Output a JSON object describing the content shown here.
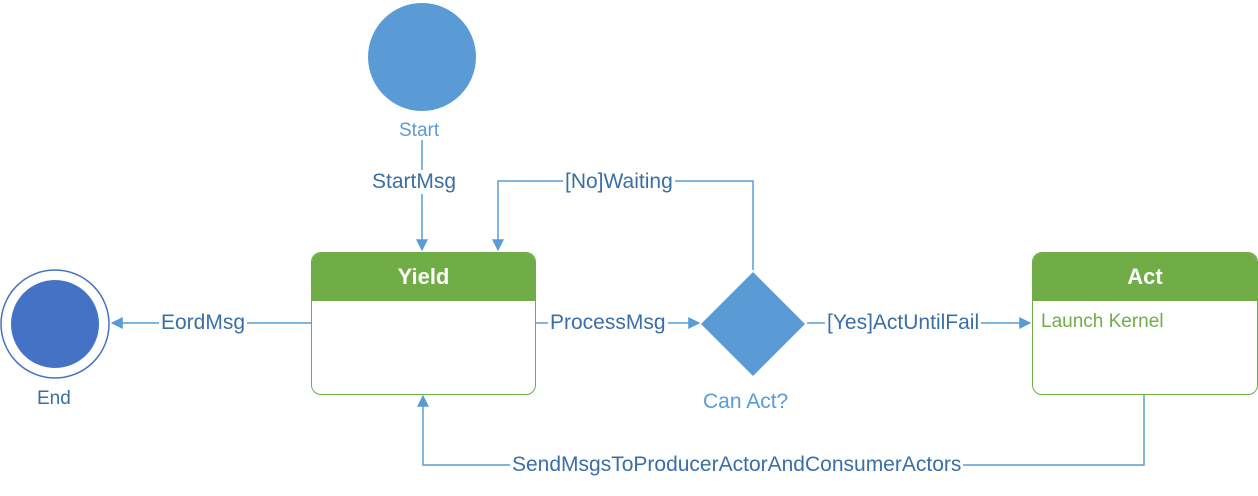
{
  "nodes": {
    "start": {
      "label": "Start"
    },
    "end": {
      "label": "End"
    },
    "yield": {
      "title": "Yield",
      "body": ""
    },
    "decision": {
      "label": "Can Act?"
    },
    "act": {
      "title": "Act",
      "body": "Launch Kernel"
    }
  },
  "edges": {
    "start_to_yield": "StartMsg",
    "no_waiting": "[No]Waiting",
    "yield_to_end": "EordMsg",
    "process": "ProcessMsg",
    "yes_act": "[Yes]ActUntilFail",
    "act_to_yield": "SendMsgsToProducerActorAndConsumerActors"
  },
  "colors": {
    "start_fill": "#5b9bd5",
    "end_fill": "#4472c4",
    "line": "#5b9bd5",
    "state_green": "#70ad47",
    "label_text": "#3a6fa6"
  }
}
